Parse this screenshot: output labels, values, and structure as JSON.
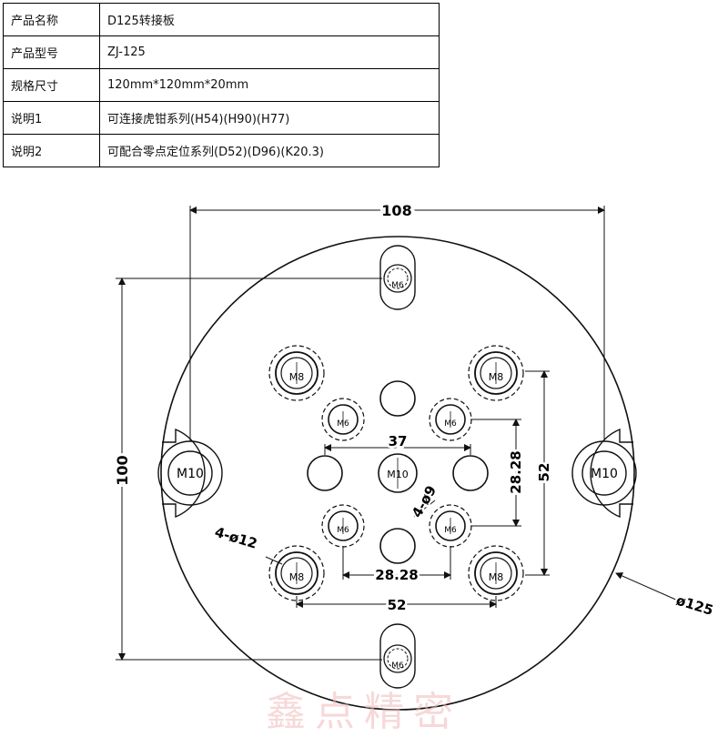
{
  "spec_table": {
    "rows": [
      {
        "label": "产品名称",
        "value": "D125转接板"
      },
      {
        "label": "产品型号",
        "value": "ZJ-125"
      },
      {
        "label": "规格尺寸",
        "value": "120mm*120mm*20mm"
      },
      {
        "label": "说明1",
        "value": "可连接虎钳系列(H54)(H90)(H77)"
      },
      {
        "label": "说明2",
        "value": "可配合零点定位系列(D52)(D96)(K20.3)"
      }
    ]
  },
  "drawing": {
    "dims": {
      "top_width": "108",
      "left_height": "100",
      "center_spacing": "37",
      "inner_h": "28.28",
      "inner_v": "28.28",
      "outer_h": "52",
      "outer_v": "52",
      "outer_diameter": "ø125",
      "hole_4x9": "4-ø9",
      "hole_4x12": "4-ø12"
    },
    "hole_labels": {
      "m10": "M10",
      "m8": "M8",
      "m6": "M6"
    }
  },
  "watermark": "鑫点精密",
  "colors": {
    "line": "#111111",
    "watermark": "#f2b9b9"
  }
}
